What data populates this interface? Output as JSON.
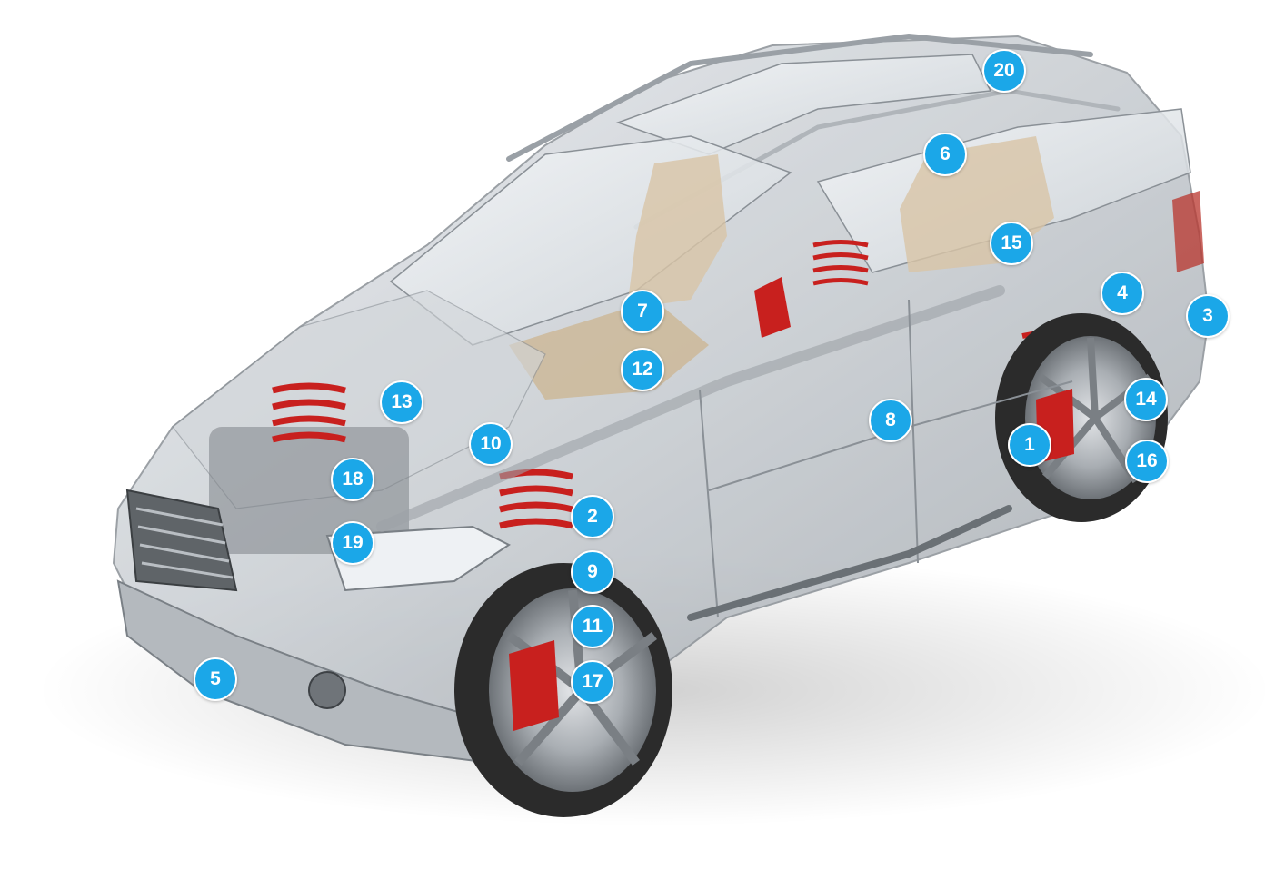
{
  "colors": {
    "marker": "#1ba7e8",
    "marker_text": "#ffffff",
    "body_silver": "#c7cbd0",
    "glass": "#e6eaee",
    "interior": "#d8c4a6",
    "brake_caliper": "#c8201e",
    "spring": "#c8201e",
    "tyre": "#2b2b2b"
  },
  "markers": [
    {
      "id": "1",
      "label": "1"
    },
    {
      "id": "2",
      "label": "2"
    },
    {
      "id": "3",
      "label": "3"
    },
    {
      "id": "4",
      "label": "4"
    },
    {
      "id": "5",
      "label": "5"
    },
    {
      "id": "6",
      "label": "6"
    },
    {
      "id": "7",
      "label": "7"
    },
    {
      "id": "8",
      "label": "8"
    },
    {
      "id": "9",
      "label": "9"
    },
    {
      "id": "10",
      "label": "10"
    },
    {
      "id": "11",
      "label": "11"
    },
    {
      "id": "12",
      "label": "12"
    },
    {
      "id": "13",
      "label": "13"
    },
    {
      "id": "14",
      "label": "14"
    },
    {
      "id": "15",
      "label": "15"
    },
    {
      "id": "16",
      "label": "16"
    },
    {
      "id": "17",
      "label": "17"
    },
    {
      "id": "18",
      "label": "18"
    },
    {
      "id": "19",
      "label": "19"
    },
    {
      "id": "20",
      "label": "20"
    }
  ]
}
